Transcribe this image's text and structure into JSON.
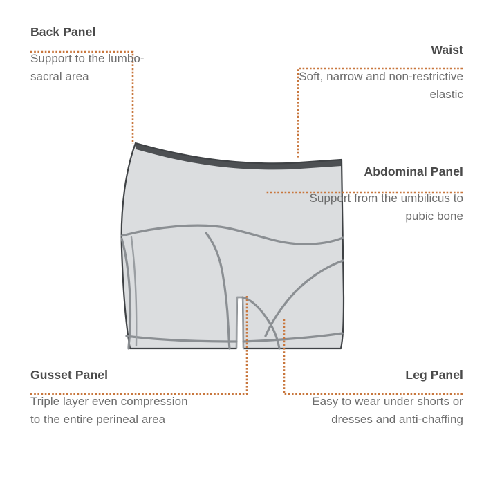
{
  "diagram": {
    "title": "Garment feature callout diagram",
    "colors": {
      "connector_line": "#c8763c",
      "heading_text": "#4a4a4a",
      "body_text": "#6d6d6d",
      "garment_fill": "#dbdddf",
      "garment_outline": "#3f4245",
      "waistband": "#4d5053",
      "seam_line": "#8b8f93",
      "background": "#ffffff"
    },
    "callouts": [
      {
        "id": "back-panel",
        "title": "Back Panel",
        "body": "Support to the lumbo-sacral area",
        "align": "left"
      },
      {
        "id": "waist",
        "title": "Waist",
        "body": "Soft, narrow and non-restrictive elastic",
        "align": "right"
      },
      {
        "id": "abdominal-panel",
        "title": "Abdominal Panel",
        "body": "Support from the umbilicus to pubic bone",
        "align": "right"
      },
      {
        "id": "gusset-panel",
        "title": "Gusset Panel",
        "body": "Triple layer even compression to the entire perineal area",
        "align": "left"
      },
      {
        "id": "leg-panel",
        "title": "Leg Panel",
        "body": "Easy to wear under shorts or dresses and anti-chaffing",
        "align": "right"
      }
    ],
    "illustration": {
      "subject": "compression shorts side view",
      "parts": [
        "waistband",
        "abdominal panel",
        "back panel",
        "leg panel",
        "gusset panel"
      ]
    }
  }
}
